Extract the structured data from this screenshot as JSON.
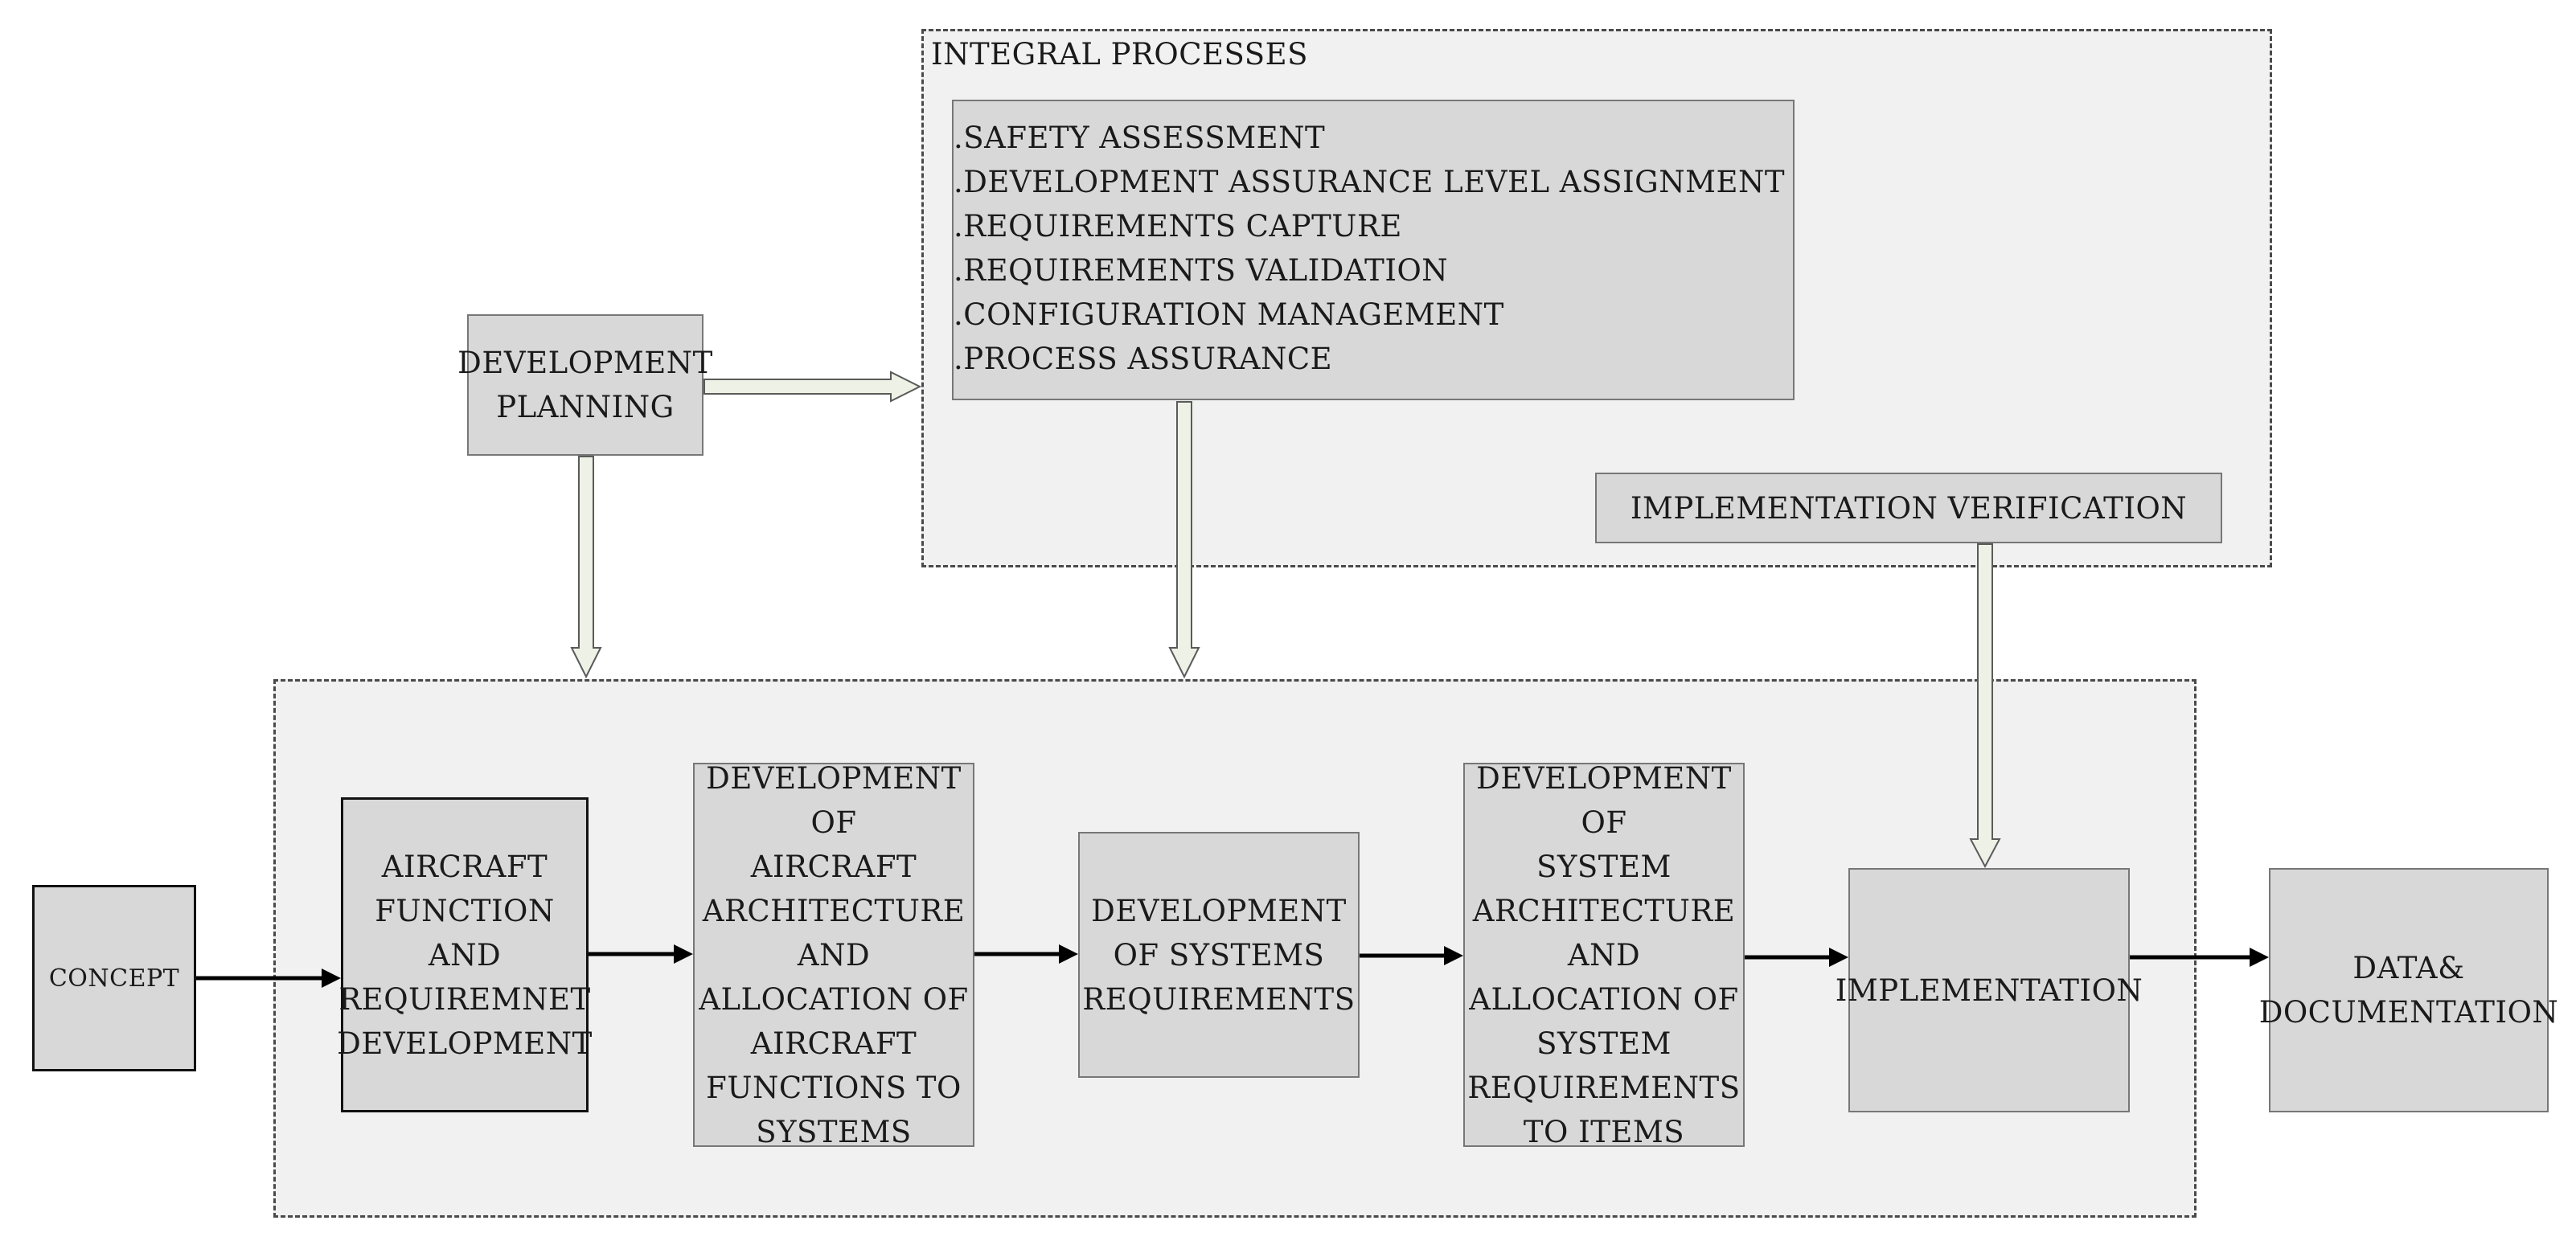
{
  "integral_processes": {
    "title": "INTEGRAL PROCESSES",
    "items": [
      ".SAFETY ASSESSMENT",
      ".DEVELOPMENT ASSURANCE LEVEL ASSIGNMENT",
      ".REQUIREMENTS CAPTURE",
      ".REQUIREMENTS VALIDATION",
      ".CONFIGURATION MANAGEMENT",
      ".PROCESS ASSURANCE"
    ],
    "implementation_verification": "IMPLEMENTATION VERIFICATION"
  },
  "development_planning": "DEVELOPMENT\nPLANNING",
  "flow": {
    "concept": "CONCEPT",
    "aircraft_function": "AIRCRAFT\nFUNCTION AND\nREQUIREMNET\nDEVELOPMENT",
    "aircraft_architecture": "DEVELOPMENT OF\nAIRCRAFT\nARCHITECTURE\nAND\nALLOCATION OF\nAIRCRAFT\nFUNCTIONS TO\nSYSTEMS",
    "systems_requirements": "DEVELOPMENT\nOF SYSTEMS\nREQUIREMENTS",
    "system_architecture": "DEVELOPMENT OF\nSYSTEM\nARCHITECTURE\nAND\nALLOCATION OF\nSYSTEM\nREQUIREMENTS\nTO ITEMS",
    "implementation": "IMPLEMENTATION",
    "data_documentation": "DATA&\nDOCUMENTATION"
  },
  "colors": {
    "region_fill": "#f1f1f1",
    "box_fill": "#d8d8d8",
    "hollow_arrow_fill": "#eef2e6",
    "flow_arrow": "#000000"
  }
}
